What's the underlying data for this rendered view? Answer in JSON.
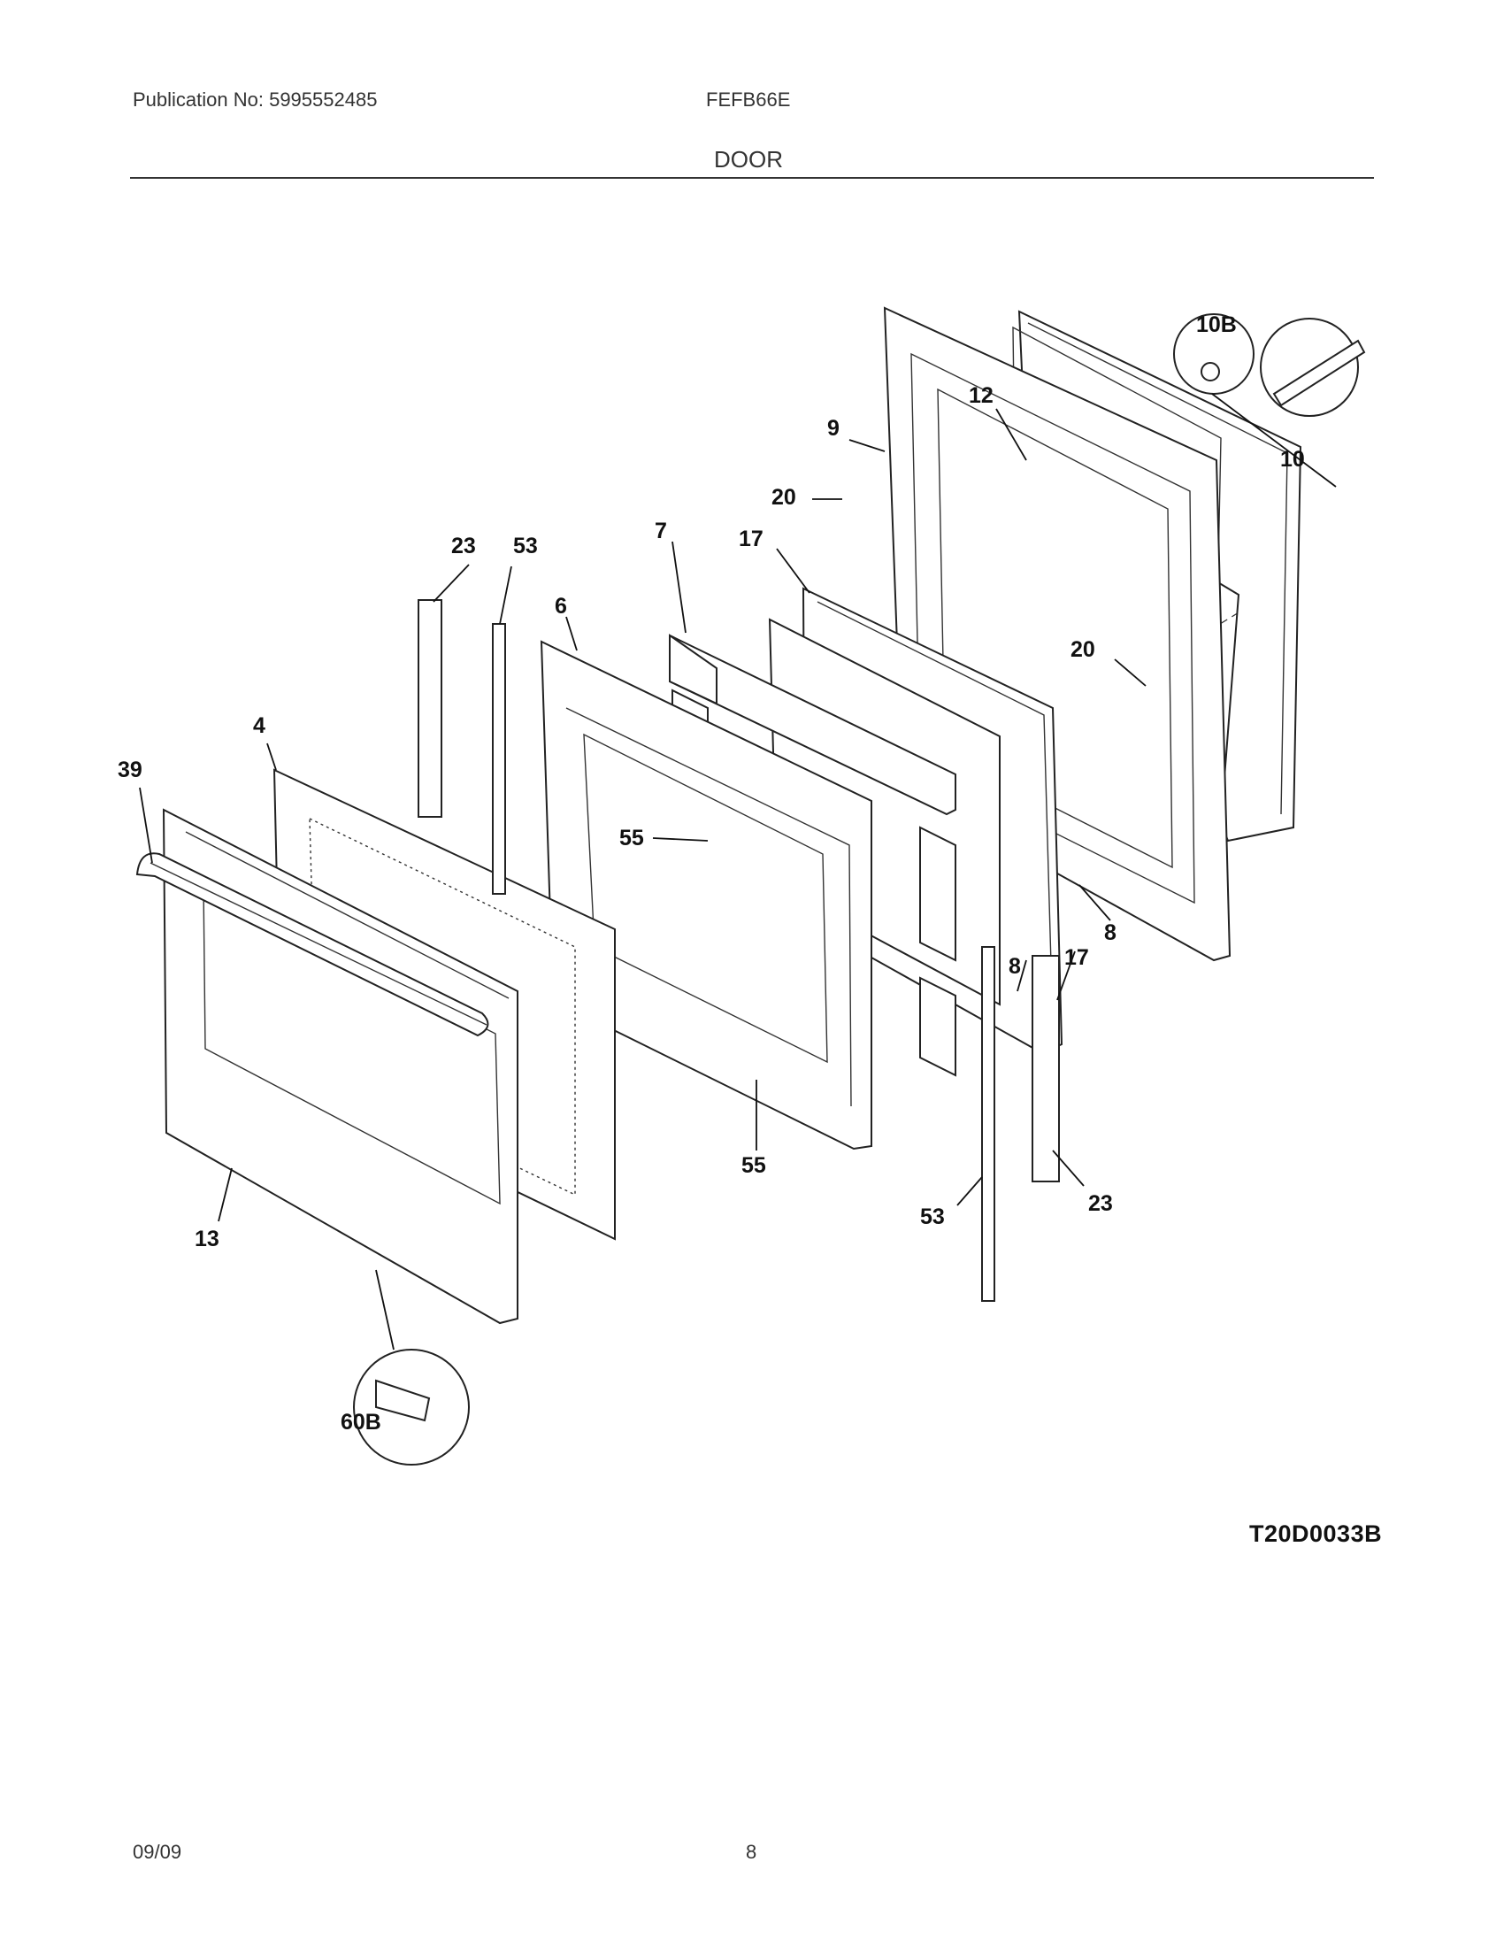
{
  "header": {
    "publication": "Publication No: 5995552485",
    "model": "FEFB66E",
    "section": "DOOR"
  },
  "diagram": {
    "code": "T20D0033B",
    "callouts": {
      "c12": "12",
      "c9": "9",
      "c10b": "10B",
      "c10": "10",
      "c20a": "20",
      "c23a": "23",
      "c53a": "53",
      "c7": "7",
      "c17a": "17",
      "c6": "6",
      "c20b": "20",
      "c4": "4",
      "c39": "39",
      "c55a": "55",
      "c8a": "8",
      "c8b": "8",
      "c17b": "17",
      "c55b": "55",
      "c23b": "23",
      "c53b": "53",
      "c13": "13",
      "c60b": "60B"
    }
  },
  "footer": {
    "date": "09/09",
    "page": "8"
  }
}
